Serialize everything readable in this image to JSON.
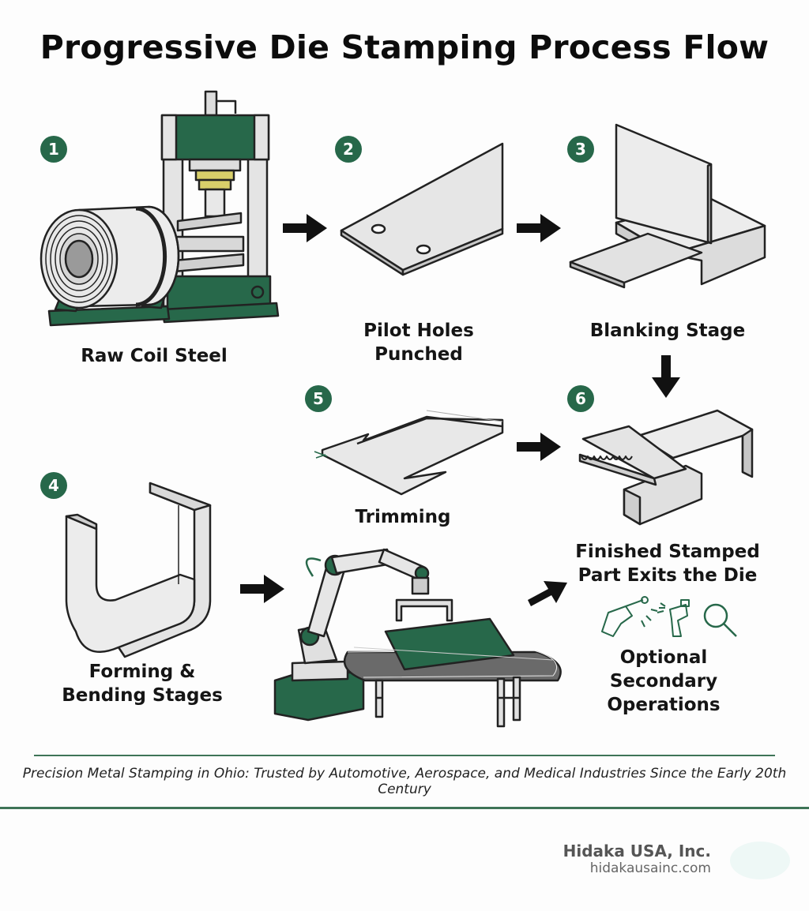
{
  "title": "Progressive Die Stamping Process Flow",
  "steps": [
    {
      "number": "1",
      "label": "Raw Coil Steel"
    },
    {
      "number": "2",
      "label_line1": "Pilot Holes",
      "label_line2": "Punched"
    },
    {
      "number": "3",
      "label": "Blanking Stage"
    },
    {
      "number": "4",
      "label_line1": "Forming &",
      "label_line2": "Bending Stages"
    },
    {
      "number": "5",
      "label": "Trimming"
    },
    {
      "number": "6",
      "label_line1": "Finished Stamped",
      "label_line2": "Part Exits the Die"
    }
  ],
  "optional": {
    "line1": "Optional",
    "line2": "Secondary",
    "line3": "Operations"
  },
  "caption": "Precision Metal Stamping in Ohio: Trusted by Automotive, Aerospace, and Medical Industries Since the Early 20th Century",
  "brand": {
    "name": "Hidaka USA, Inc.",
    "url": "hidakausainc.com"
  },
  "colors": {
    "accent": "#27684a",
    "metal": "#e6e6e6",
    "outline": "#222222"
  },
  "icons": [
    "press-machine-icon",
    "coil-icon",
    "robot-arm-icon",
    "conveyor-icon",
    "welding-gun-icon",
    "spray-gun-icon",
    "magnifier-icon"
  ]
}
